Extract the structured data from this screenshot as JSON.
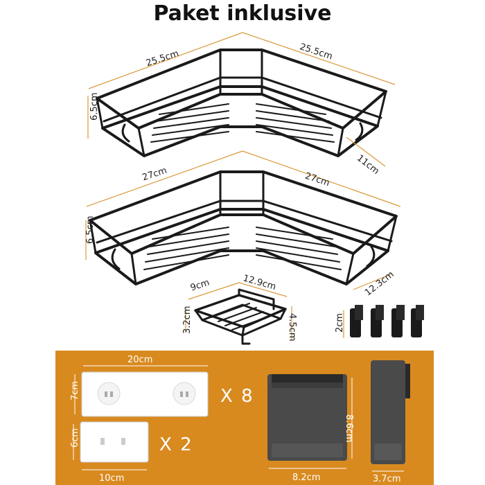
{
  "title": "Paket inklusive",
  "colors": {
    "orange": "#d98a1f",
    "rack": "#1a1a1a",
    "dim_line": "#d99a3a",
    "bin": "#4a4a4a"
  },
  "large_rack_top": {
    "left_width": "25.5cm",
    "right_width": "25.5cm",
    "height": "6.5cm",
    "depth": "11cm"
  },
  "large_rack_bottom": {
    "left_width": "27cm",
    "right_width": "27cm",
    "height": "6.5cm",
    "depth": "12.3cm"
  },
  "soap_dish": {
    "width": "9cm",
    "length": "12.9cm",
    "front_height": "3.2cm",
    "back_height": "4.5cm"
  },
  "hooks": {
    "height": "2cm"
  },
  "adhesive_large": {
    "width": "20cm",
    "height": "7cm",
    "quantity": "X 8"
  },
  "adhesive_small": {
    "width": "10cm",
    "height": "6cm",
    "quantity": "X 2"
  },
  "bin_wide": {
    "width": "8.2cm",
    "height": "8.6cm"
  },
  "bin_narrow": {
    "width": "3.7cm"
  }
}
